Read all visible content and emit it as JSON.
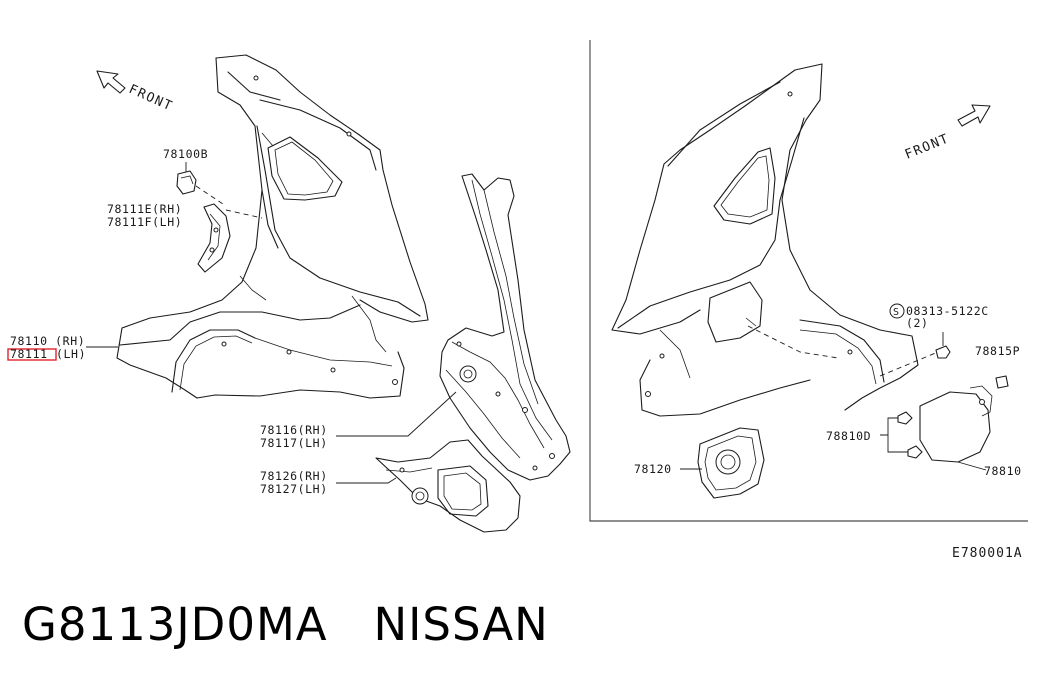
{
  "left_panel": {
    "front_label": "FRONT",
    "callouts": {
      "clip": "78100B",
      "bracket_rh": "78111E(RH)",
      "bracket_lh": "78111F(LH)",
      "panel_rh": "78110 (RH)",
      "panel_lh_code": "78111",
      "panel_lh_side": "(LH)",
      "pillar_rh": "78116(RH)",
      "pillar_lh": "78117(LH)",
      "wheelhouse_rh": "78126(RH)",
      "wheelhouse_lh": "78127(LH)"
    },
    "highlight_color": "#e0242b"
  },
  "right_panel": {
    "front_label": "FRONT",
    "callouts": {
      "screw_code": "08313-5122C",
      "screw_symbol": "S",
      "screw_qty": "(2)",
      "stopper": "78815P",
      "bushing": "78810D",
      "lid": "78810",
      "base": "78120"
    }
  },
  "diagram_ref": "E780001A",
  "caption": {
    "part_number": "G8113JD0MA",
    "brand": "NISSAN"
  }
}
